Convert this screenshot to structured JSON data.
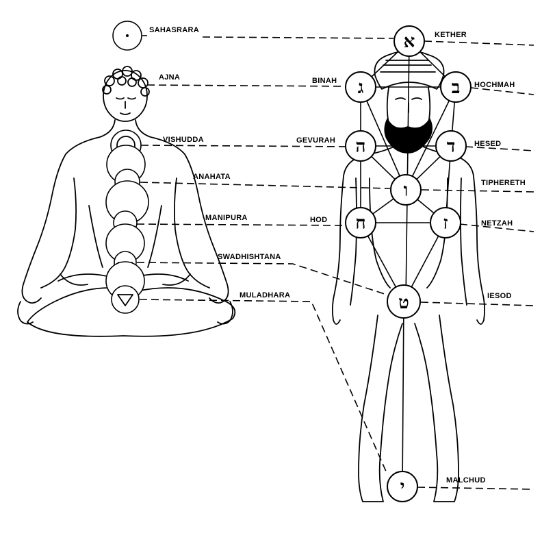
{
  "chakras": [
    {
      "id": "sahasrara",
      "label": "SAHASRARA"
    },
    {
      "id": "ajna",
      "label": "AJNA"
    },
    {
      "id": "vishudda",
      "label": "VISHUDDA"
    },
    {
      "id": "anahata",
      "label": "ANAHATA"
    },
    {
      "id": "manipura",
      "label": "MANIPURA"
    },
    {
      "id": "swadhishtana",
      "label": "SWADHISHTANA"
    },
    {
      "id": "muladhara",
      "label": "MULADHARA"
    }
  ],
  "sephiroth": [
    {
      "id": "kether",
      "label": "KETHER",
      "letter": "א"
    },
    {
      "id": "binah",
      "label": "BINAH",
      "letter": "ג"
    },
    {
      "id": "hochmah",
      "label": "HOCHMAH",
      "letter": "ב"
    },
    {
      "id": "gevurah",
      "label": "GEVURAH",
      "letter": "ה"
    },
    {
      "id": "hesed",
      "label": "HESED",
      "letter": "ד"
    },
    {
      "id": "tiphereth",
      "label": "TIPHERETH",
      "letter": "ו"
    },
    {
      "id": "hod",
      "label": "HOD",
      "letter": "ח"
    },
    {
      "id": "netzah",
      "label": "NETZAH",
      "letter": "ז"
    },
    {
      "id": "iesod",
      "label": "IESOD",
      "letter": "ט"
    },
    {
      "id": "malchud",
      "label": "MALCHUD",
      "letter": "י"
    }
  ]
}
